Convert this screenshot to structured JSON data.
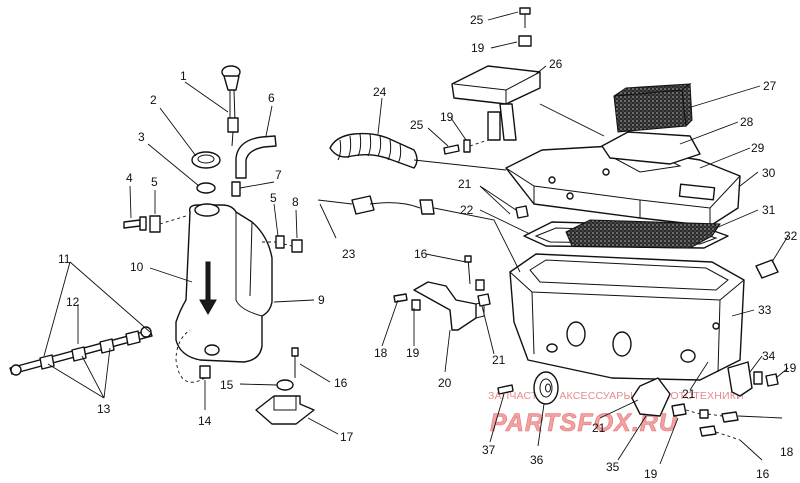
{
  "callouts": [
    {
      "id": "c1",
      "text": "1"
    },
    {
      "id": "c2",
      "text": "2"
    },
    {
      "id": "c3",
      "text": "3"
    },
    {
      "id": "c4",
      "text": "4"
    },
    {
      "id": "c5a",
      "text": "5"
    },
    {
      "id": "c5b",
      "text": "5"
    },
    {
      "id": "c6",
      "text": "6"
    },
    {
      "id": "c7",
      "text": "7"
    },
    {
      "id": "c8",
      "text": "8"
    },
    {
      "id": "c9",
      "text": "9"
    },
    {
      "id": "c10",
      "text": "10"
    },
    {
      "id": "c11",
      "text": "11"
    },
    {
      "id": "c12",
      "text": "12"
    },
    {
      "id": "c13",
      "text": "13"
    },
    {
      "id": "c14",
      "text": "14"
    },
    {
      "id": "c15",
      "text": "15"
    },
    {
      "id": "c16a",
      "text": "16"
    },
    {
      "id": "c16b",
      "text": "16"
    },
    {
      "id": "c16c",
      "text": "16"
    },
    {
      "id": "c17",
      "text": "17"
    },
    {
      "id": "c18a",
      "text": "18"
    },
    {
      "id": "c18b",
      "text": "18"
    },
    {
      "id": "c19a",
      "text": "19"
    },
    {
      "id": "c19b",
      "text": "19"
    },
    {
      "id": "c19c",
      "text": "19"
    },
    {
      "id": "c19d",
      "text": "19"
    },
    {
      "id": "c19e",
      "text": "19"
    },
    {
      "id": "c20",
      "text": "20"
    },
    {
      "id": "c21a",
      "text": "21"
    },
    {
      "id": "c21b",
      "text": "21"
    },
    {
      "id": "c21c",
      "text": "21"
    },
    {
      "id": "c21d",
      "text": "21"
    },
    {
      "id": "c22",
      "text": "22"
    },
    {
      "id": "c23",
      "text": "23"
    },
    {
      "id": "c24",
      "text": "24"
    },
    {
      "id": "c25a",
      "text": "25"
    },
    {
      "id": "c25b",
      "text": "25"
    },
    {
      "id": "c26",
      "text": "26"
    },
    {
      "id": "c27",
      "text": "27"
    },
    {
      "id": "c28",
      "text": "28"
    },
    {
      "id": "c29",
      "text": "29"
    },
    {
      "id": "c30",
      "text": "30"
    },
    {
      "id": "c31",
      "text": "31"
    },
    {
      "id": "c32",
      "text": "32"
    },
    {
      "id": "c33",
      "text": "33"
    },
    {
      "id": "c34",
      "text": "34"
    },
    {
      "id": "c35",
      "text": "35"
    },
    {
      "id": "c36",
      "text": "36"
    },
    {
      "id": "c37",
      "text": "37"
    }
  ],
  "watermark": {
    "tagline": "ЗАПЧАСТИ И АКСЕССУАРЫ ДЛЯ МОТОТЕХНИКИ",
    "logo": "PARTSFOX.RU"
  }
}
